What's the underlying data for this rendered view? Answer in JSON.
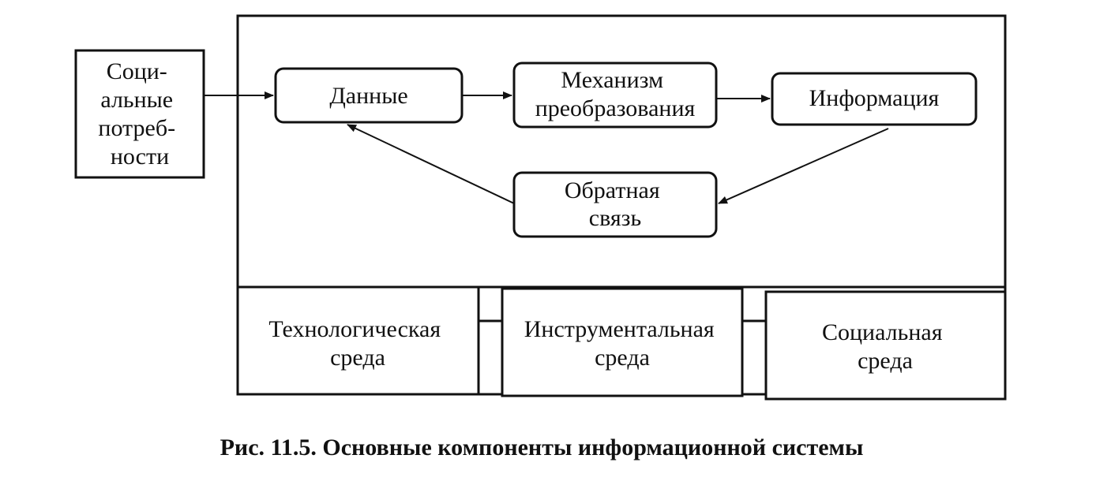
{
  "diagram": {
    "social_needs": [
      "Соци-",
      "альные",
      "потреб-",
      "ности"
    ],
    "data": "Данные",
    "mechanism": [
      "Механизм",
      "преобразования"
    ],
    "information": "Информация",
    "feedback": [
      "Обратная",
      "связь"
    ],
    "environments": {
      "technological": [
        "Технологическая",
        "среда"
      ],
      "instrumental": [
        "Инструментальная",
        "среда"
      ],
      "social": [
        "Социальная",
        "среда"
      ]
    }
  },
  "caption": "Рис. 11.5. Основные компоненты информационной системы"
}
